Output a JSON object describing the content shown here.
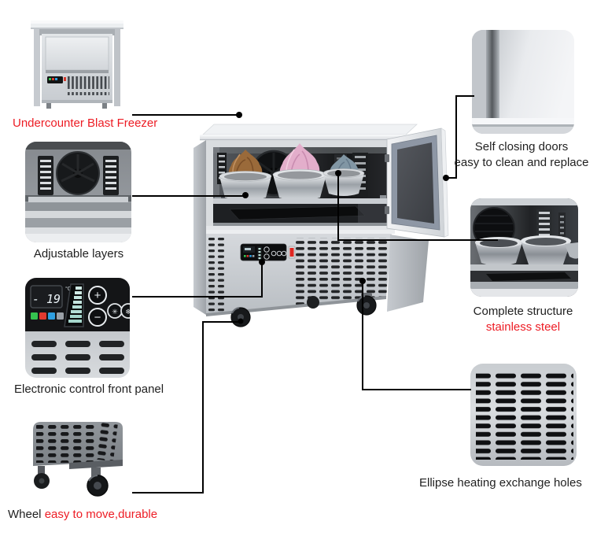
{
  "callouts": {
    "undercounter": {
      "label": "Undercounter Blast Freezer"
    },
    "adjustable_layers": {
      "label": "Adjustable layers"
    },
    "control_panel": {
      "label": "Electronic control front panel"
    },
    "wheel": {
      "label_black": "Wheel ",
      "label_red": "easy to move,durable"
    },
    "self_closing_doors": {
      "line1": "Self closing doors",
      "line2": "easy to clean and replace"
    },
    "structure": {
      "line1": "Complete structure",
      "line2": "stainless steel"
    },
    "exchange_holes": {
      "label": "Ellipse heating exchange holes"
    }
  },
  "control_display": {
    "temperature": "- 19",
    "unit": "°C",
    "plus": "+",
    "minus": "−"
  },
  "icons": {
    "defrost_snowflake": "❄",
    "mode_button": "✳"
  },
  "colors": {
    "accent_red": "#ed1c24",
    "text": "#1f1f1f",
    "callout_line": "#000000"
  }
}
